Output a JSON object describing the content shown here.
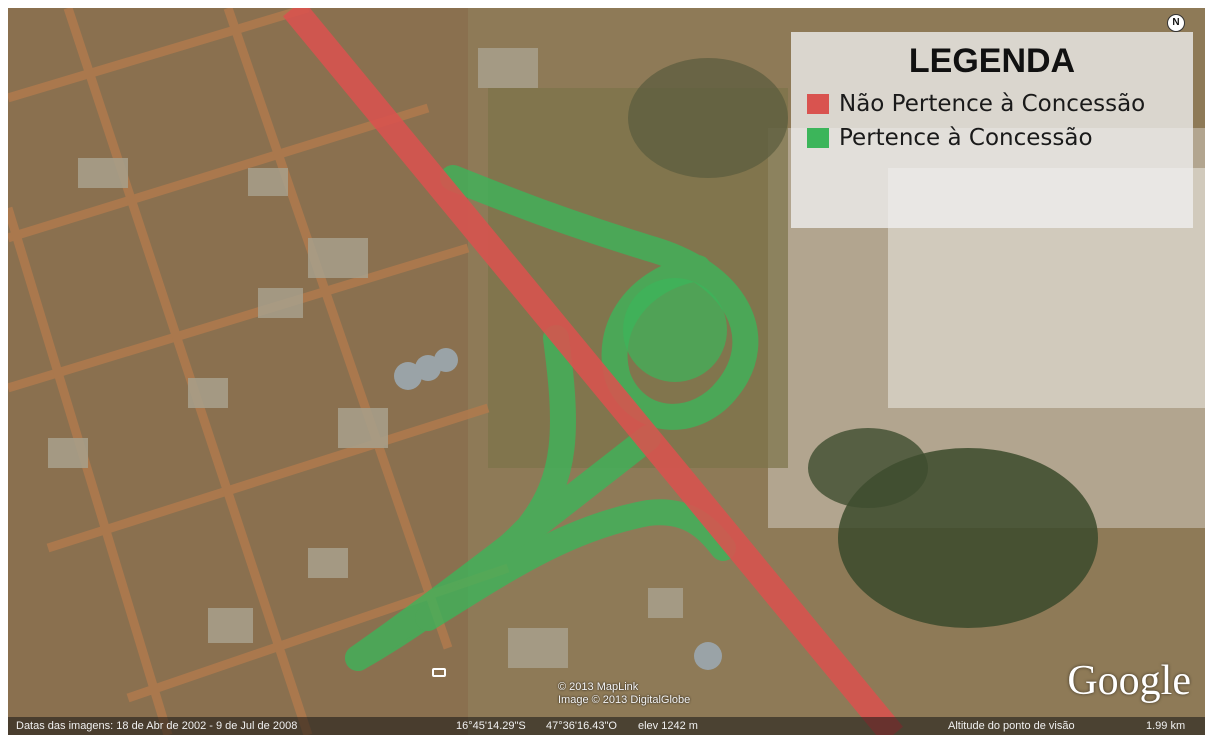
{
  "legend": {
    "title": "LEGENDA",
    "items": [
      {
        "label": "Não Pertence à Concessão",
        "color": "#d9534f"
      },
      {
        "label": "Pertence à Concessão",
        "color": "#3cb55a"
      }
    ]
  },
  "north_label": "N",
  "logo": "Google",
  "copyright": {
    "line1": "© 2013 MapLink",
    "line2": "Image © 2013 DigitalGlobe"
  },
  "status": {
    "imagery_dates": "Datas das imagens: 18 de Abr de 2002 - 9 de Jul de 2008",
    "latitude": "16°45'14.29\"S",
    "longitude": "47°36'16.43\"O",
    "elevation": "elev 1242 m",
    "eye_altitude_label": "Altitude do ponto de visão",
    "eye_altitude": "1.99 km"
  },
  "colors": {
    "not_concession": "#d9534f",
    "concession": "#3cb55a",
    "terrain": "#8f7a55"
  }
}
